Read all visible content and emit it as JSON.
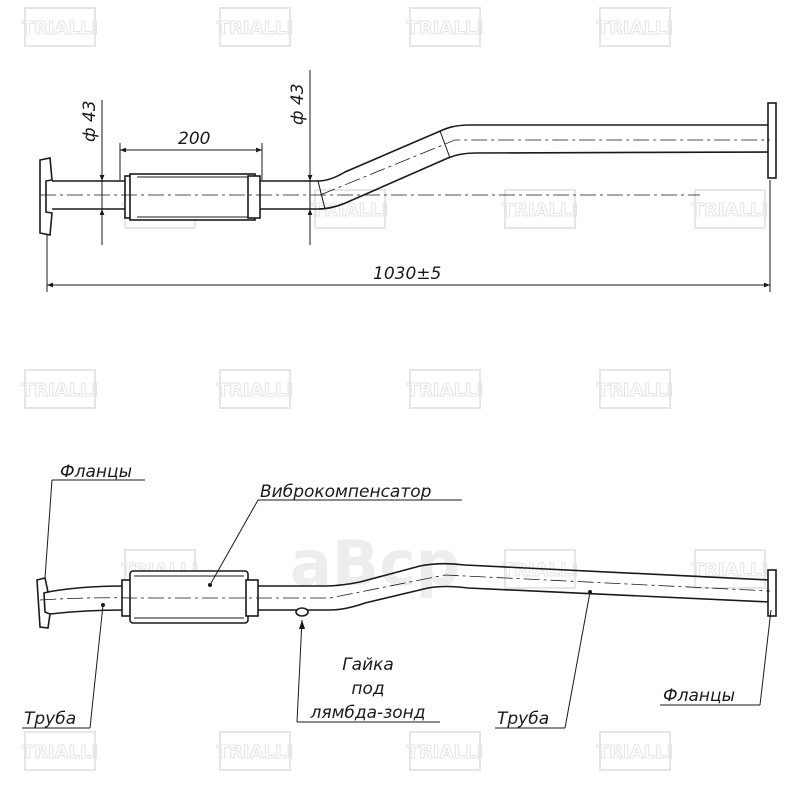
{
  "watermark": {
    "text": "TRIALLI",
    "logo_text": "aBcp"
  },
  "top_drawing": {
    "diameter_left": "ф 43",
    "diameter_right": "ф 43",
    "flex_length": "200",
    "overall_length": "1030±5"
  },
  "bottom_drawing": {
    "flanges_left": "Фланцы",
    "flex_joint": "Виброкомпенсатор",
    "nut_line1": "Гайка",
    "nut_line2": "под",
    "nut_line3": "лямбда-зонд",
    "pipe_left": "Труба",
    "pipe_right": "Труба",
    "flanges_right": "Фланцы"
  },
  "colors": {
    "line": "#1a1a1a",
    "watermark": "#e4e4e4"
  }
}
